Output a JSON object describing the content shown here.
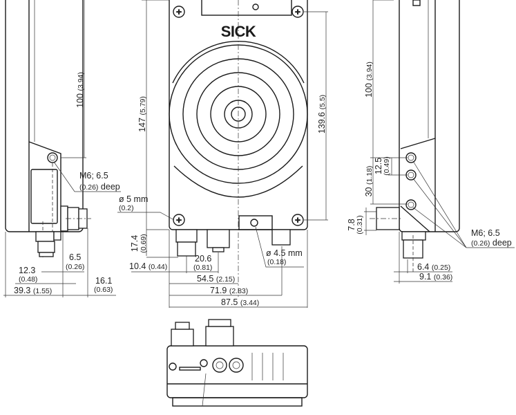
{
  "brand": "SICK",
  "side_view_left": {
    "height_dim": {
      "value": "100",
      "inch": "(3.94)"
    },
    "thread_note": {
      "line1": "M6; 6.5",
      "line2_inch": "(0.26)",
      "line2_suffix": "deep"
    },
    "dim_6_5": {
      "value": "6.5",
      "inch": "(0.26)"
    },
    "dim_12_3": {
      "value": "12.3",
      "inch": "(0.48)"
    },
    "dim_39_3": {
      "value": "39.3",
      "inch": "(1.55)"
    },
    "dim_16_1": {
      "value": "16.1",
      "inch": "(0.63)"
    }
  },
  "front_view": {
    "height_dim": {
      "value": "147",
      "inch": "(5.79)"
    },
    "hole_spacing_dim": {
      "value": "139.6",
      "inch": "(5.5)"
    },
    "hole_dia_5": {
      "value": "ø 5 mm",
      "inch": "(0.2)"
    },
    "hole_dia_4_5": {
      "value": "ø 4.5 mm",
      "inch": "(0.18)"
    },
    "dim_17_4": {
      "value": "17.4",
      "inch": "(0.69)"
    },
    "dim_10_4": {
      "value": "10.4",
      "inch": "(0.44)"
    },
    "dim_20_6": {
      "value": "20.6",
      "inch": "(0.81)"
    },
    "dim_54_5": {
      "value": "54.5",
      "inch": "(2.15)"
    },
    "dim_71_9": {
      "value": "71.9",
      "inch": "(2.83)"
    },
    "dim_87_5": {
      "value": "87.5",
      "inch": "(3.44)"
    }
  },
  "side_view_right": {
    "height_dim": {
      "value": "100",
      "inch": "(3.94)"
    },
    "dim_12_5": {
      "value": "12.5",
      "inch": "(0.49)"
    },
    "dim_30": {
      "value": "30",
      "inch": "(1.18)"
    },
    "dim_7_8": {
      "value": "7.8",
      "inch": "(0.31)"
    },
    "thread_note": {
      "line1": "M6; 6.5",
      "line2_inch": "(0.26)",
      "line2_suffix": "deep"
    },
    "dim_6_4": {
      "value": "6.4",
      "inch": "(0.25)"
    },
    "dim_9_1": {
      "value": "9.1",
      "inch": "(0.36)"
    }
  }
}
